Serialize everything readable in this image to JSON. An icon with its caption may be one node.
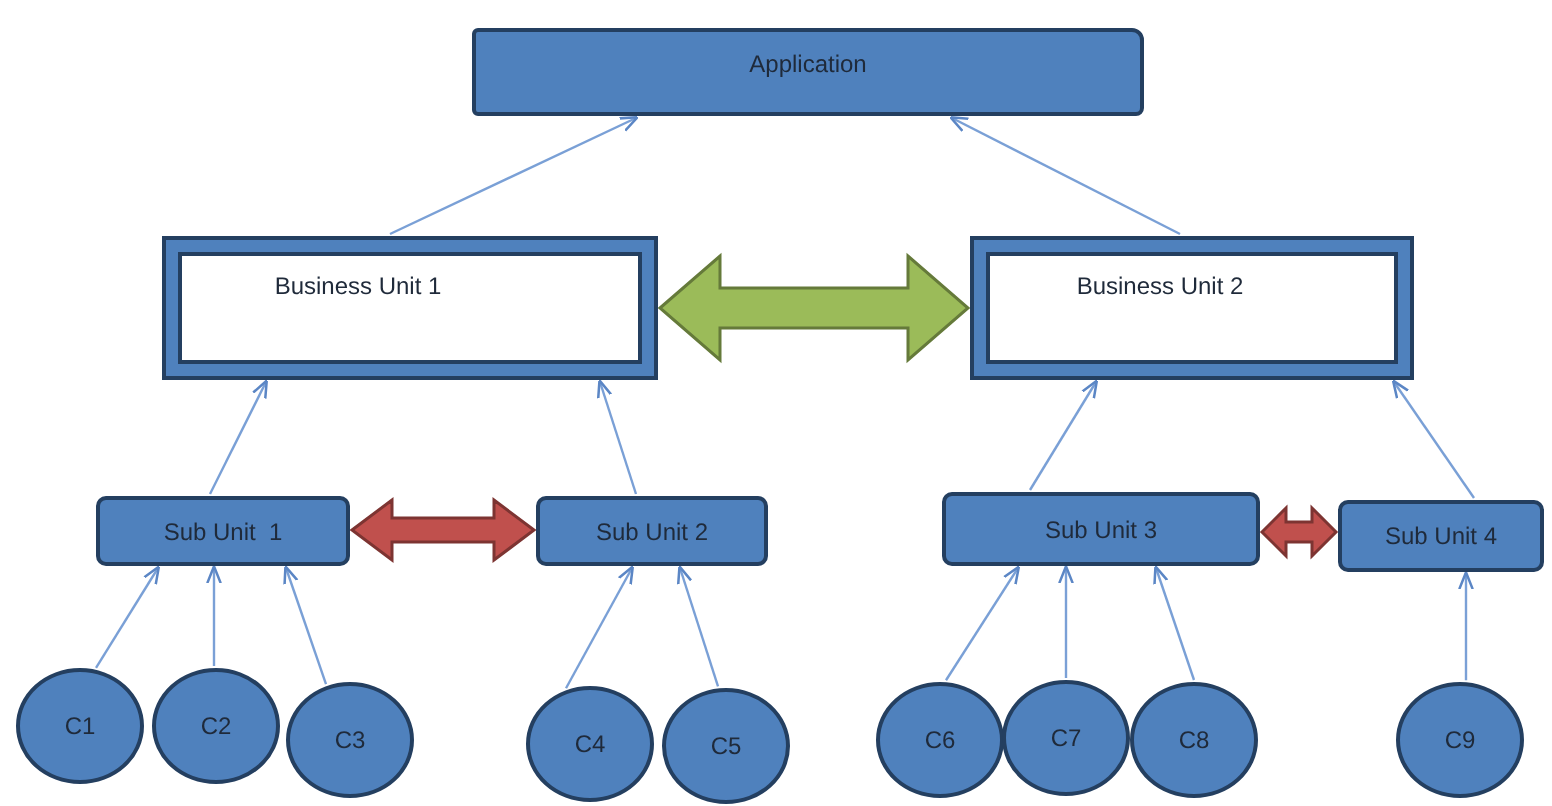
{
  "diagram": {
    "nodes": [
      {
        "text": [
          "Application"
        ]
      },
      {
        "text": [
          "Business Unit 1"
        ]
      },
      {
        "text": [
          "Business Unit 2"
        ]
      },
      {
        "text": [
          "Sub Unit  1"
        ]
      },
      {
        "text": [
          "Sub Unit 2"
        ]
      },
      {
        "text": [
          "Sub Unit 3"
        ]
      },
      {
        "text": [
          "Sub Unit 4"
        ]
      },
      {
        "text": [
          "C1"
        ]
      },
      {
        "text": [
          "C2"
        ]
      },
      {
        "text": [
          "C3"
        ]
      },
      {
        "text": [
          "C4"
        ]
      },
      {
        "text": [
          "C5"
        ]
      },
      {
        "text": [
          "C6"
        ]
      },
      {
        "text": [
          "C7"
        ]
      },
      {
        "text": [
          "C8"
        ]
      },
      {
        "text": [
          "C9"
        ]
      }
    ],
    "edges": [
      {
        "from": 1,
        "to": 0,
        "arrow": "to"
      },
      {
        "from": 2,
        "to": 0,
        "arrow": "to"
      },
      {
        "from": 1,
        "to": 2,
        "arrow": "both",
        "style": "thick",
        "color": "#9bbb59"
      },
      {
        "from": 3,
        "to": 1,
        "arrow": "to"
      },
      {
        "from": 4,
        "to": 1,
        "arrow": "to"
      },
      {
        "from": 3,
        "to": 4,
        "arrow": "both",
        "style": "thick",
        "color": "#c0504d"
      },
      {
        "from": 5,
        "to": 2,
        "arrow": "to"
      },
      {
        "from": 6,
        "to": 2,
        "arrow": "to"
      },
      {
        "from": 5,
        "to": 6,
        "arrow": "both",
        "style": "thick",
        "color": "#c0504d"
      },
      {
        "from": 7,
        "to": 3,
        "arrow": "to"
      },
      {
        "from": 8,
        "to": 3,
        "arrow": "to"
      },
      {
        "from": 9,
        "to": 3,
        "arrow": "to"
      },
      {
        "from": 10,
        "to": 4,
        "arrow": "to"
      },
      {
        "from": 11,
        "to": 4,
        "arrow": "to"
      },
      {
        "from": 12,
        "to": 5,
        "arrow": "to"
      },
      {
        "from": 13,
        "to": 5,
        "arrow": "to"
      },
      {
        "from": 14,
        "to": 5,
        "arrow": "to"
      },
      {
        "from": 15,
        "to": 6,
        "arrow": "to"
      }
    ]
  }
}
